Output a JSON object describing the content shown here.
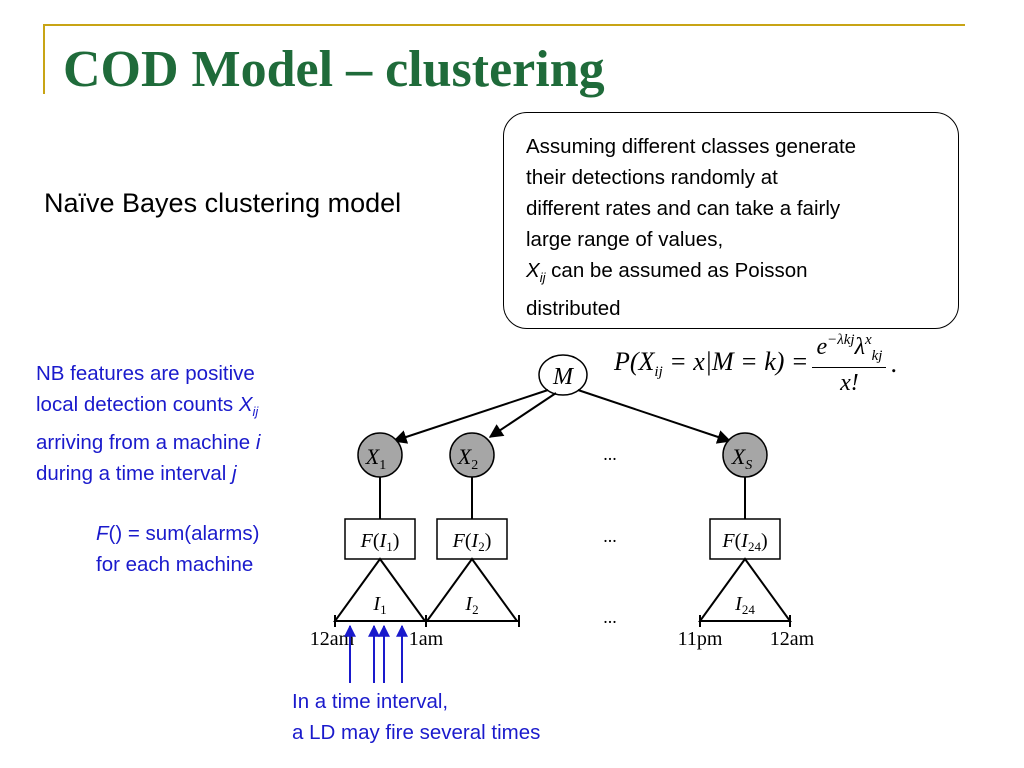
{
  "title": "COD Model – clustering",
  "subtitle": "Naïve Bayes clustering model",
  "callout": {
    "line1": "Assuming different classes generate",
    "line2": "their detections randomly at",
    "line3": "different rates and can take a fairly",
    "line4": "large range of values,",
    "line5_var": "X",
    "line5_sub": "ij",
    "line5_rest": " can be assumed as Poisson",
    "line6": "distributed"
  },
  "formula": {
    "lhs": "P(X",
    "lhs_sub": "ij",
    "lhs_rest": " = x|M = k) =",
    "numerator_base": "e",
    "numerator_exp": "−λkj",
    "numerator_lambda": "λ",
    "numerator_lambda_sup": "x",
    "numerator_lambda_sub": "kj",
    "denominator": "x!",
    "trailing": "."
  },
  "note_left": {
    "line1": "NB features are positive",
    "line2_text": "local detection counts ",
    "line2_var": "X",
    "line2_sub": "ij",
    "line3_text": "arriving from a machine ",
    "line3_var": "i",
    "line4_text": "during a time interval ",
    "line4_var": "j"
  },
  "note_f": {
    "func": "F",
    "line1_rest": "() = sum(alarms)",
    "line2": "for each machine"
  },
  "note_bottom": {
    "line1": "In a time interval,",
    "line2": "a LD may fire several times"
  },
  "diagram": {
    "root": "M",
    "nodes": [
      "X1",
      "X2",
      "XS"
    ],
    "node_letter": "X",
    "node_subs": [
      "1",
      "2",
      "S"
    ],
    "f_func": "F",
    "f_labels": [
      "I1",
      "I2",
      "I24"
    ],
    "interval_letter": "I",
    "interval_subs": [
      "1",
      "2",
      "24"
    ],
    "ellipsis": "...",
    "time_labels": [
      "12am",
      "1am",
      "11pm",
      "12am"
    ],
    "colors": {
      "node_fill": "#a6a6a6",
      "arrow_blue": "#1a1acc",
      "stroke": "#000000"
    }
  }
}
